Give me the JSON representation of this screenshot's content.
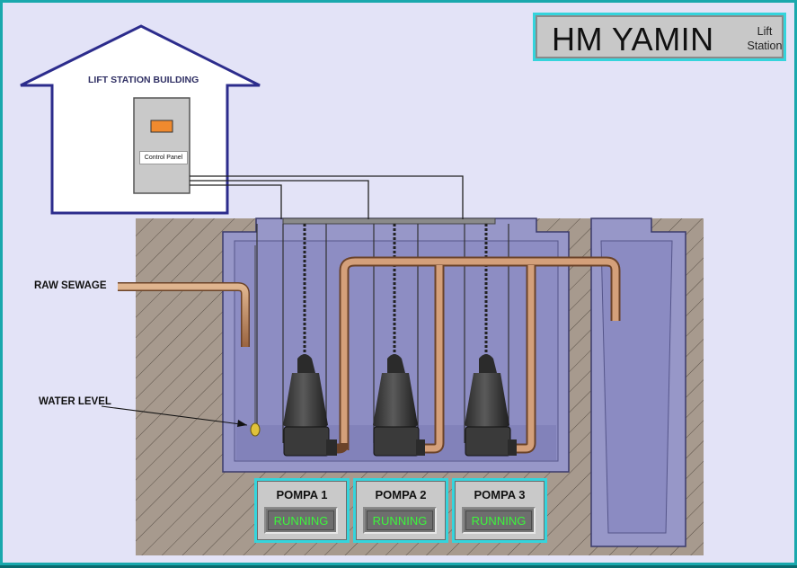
{
  "header": {
    "title": "HM YAMIN",
    "subtitle_line1": "Lift",
    "subtitle_line2": "Station"
  },
  "labels": {
    "building": "LIFT STATION BUILDING",
    "control_panel": "Control Panel",
    "raw_sewage": "RAW SEWAGE",
    "water_level": "WATER LEVEL"
  },
  "pumps": [
    {
      "name": "POMPA 1",
      "status": "RUNNING"
    },
    {
      "name": "POMPA 2",
      "status": "RUNNING"
    },
    {
      "name": "POMPA 3",
      "status": "RUNNING"
    }
  ],
  "colors": {
    "background": "#e3e3f7",
    "frame": "#19a8ad",
    "card_border": "#35d4dc",
    "status_text": "#3cf53c",
    "soil": "#a5968a",
    "tank_water": "#8c8cc8",
    "pipe": "#c08a62",
    "house_outline": "#2c2c8c"
  }
}
